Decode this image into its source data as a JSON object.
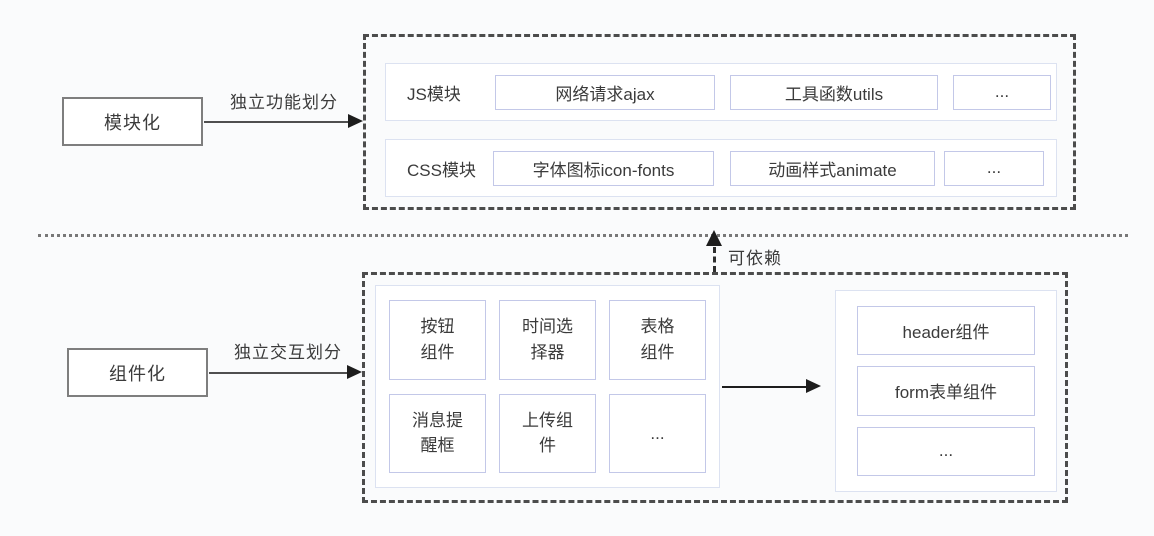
{
  "modularization": {
    "label": "模块化",
    "arrow_label": "独立功能划分",
    "rows": [
      {
        "label": "JS模块",
        "items": [
          "网络请求ajax",
          "工具函数utils",
          "..."
        ]
      },
      {
        "label": "CSS模块",
        "items": [
          "字体图标icon-fonts",
          "动画样式animate",
          "..."
        ]
      }
    ]
  },
  "dependency": {
    "label": "可依赖"
  },
  "componentization": {
    "label": "组件化",
    "arrow_label": "独立交互划分",
    "grid_items": [
      "按钮\n组件",
      "时间选\n择器",
      "表格\n组件",
      "消息提\n醒框",
      "上传组\n件",
      "..."
    ],
    "composed_items": [
      "header组件",
      "form表单组件",
      "..."
    ]
  },
  "colors": {
    "background": "#fafbfc",
    "dashed_border": "#4c4c4c",
    "container_border": "#dce2f1",
    "item_border": "#c3c8e8",
    "node_border": "#7e7e7e",
    "text": "#3b3b3b",
    "arrow": "#1d1d1d"
  }
}
